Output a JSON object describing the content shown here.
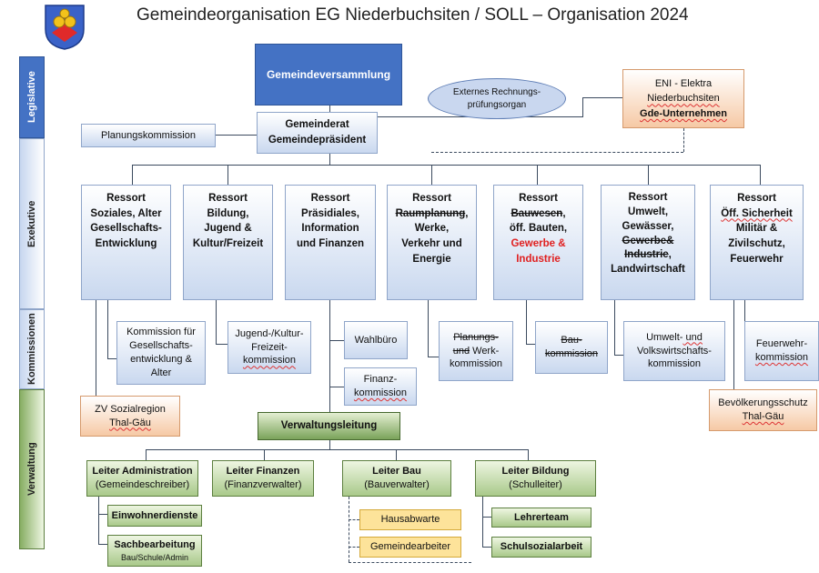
{
  "title": "Gemeindeorganisation EG Niederbuchsiten / SOLL – Organisation 2024",
  "logo": {
    "name": "coat-of-arms"
  },
  "side_labels": [
    "Legislative",
    "Exekutive",
    "Kommissionen",
    "Verwaltung"
  ],
  "legislative": {
    "versammlung": "Gemeindeversammlung",
    "rechnungspruef_1": "Externes Rechnungs-",
    "rechnungspruef_2": "prüfungsorgan",
    "eni_1": "ENI - Elektra",
    "eni_2": "Niederbuchsiten",
    "eni_3": "Gde-Unternehmen",
    "planungskommission": "Planungskommission",
    "gemeinderat_1": "Gemeinderat",
    "gemeinderat_2": "Gemeindepräsident"
  },
  "ressorts": {
    "r1": [
      "Ressort",
      "Soziales, Alter",
      "Gesellschafts-",
      "Entwicklung"
    ],
    "r2": [
      "Ressort",
      "Bildung,",
      "Jugend &",
      "Kultur/Freizeit"
    ],
    "r3": [
      "Ressort",
      "Präsidiales,",
      "Information",
      "und Finanzen"
    ],
    "r4": {
      "l1": "Ressort",
      "l2": "Raumplanung",
      "l2b": ",",
      "l3": "Werke,",
      "l4": "Verkehr und",
      "l5": "Energie"
    },
    "r5": {
      "l1": "Ressort",
      "l2": "Bauwesen",
      "l2b": ",",
      "l3": "öff. Bauten,",
      "l4": "Gewerbe &",
      "l5": "Industrie"
    },
    "r6": {
      "l1": "Ressort",
      "l2": "Umwelt,",
      "l3": "Gewässer,",
      "l4": "Gewerbe&",
      "l5": "Industrie",
      "l5b": ",",
      "l6": "Landwirtschaft"
    },
    "r7": [
      "Ressort",
      "Öff. Sicherheit",
      "Militär &",
      "Zivilschutz,",
      "Feuerwehr"
    ]
  },
  "kommissionen": {
    "k1": [
      "Kommission für",
      "Gesellschafts-",
      "entwicklung &",
      "Alter"
    ],
    "k2": [
      "Jugend-/Kultur-",
      "Freizeit-",
      "kommission"
    ],
    "wahlbuero": "Wahlbüro",
    "finanz": [
      "Finanz-",
      "kommission"
    ],
    "k4": {
      "l1a": "Planungs-",
      "l2a": "und",
      "l2b": " Werk-",
      "l3": "kommission"
    },
    "k5": {
      "l1": "Bau-",
      "l2": "kommission"
    },
    "k6": {
      "l1a": "Umwelt-",
      "l1b": " und",
      "l2": "Volkswirtschafts-",
      "l3": "kommission"
    },
    "k7": [
      "Feuerwehr-",
      "kommission"
    ],
    "zv": [
      "ZV Sozialregion",
      "Thal-Gäu"
    ],
    "bevoelk": [
      "Bevölkerungsschutz",
      "Thal-Gäu"
    ]
  },
  "verwaltung": {
    "leitung": "Verwaltungsleitung",
    "admin": [
      "Leiter Administration",
      "(Gemeindeschreiber)"
    ],
    "finanzen": [
      "Leiter Finanzen",
      "(Finanzverwalter)"
    ],
    "bau": [
      "Leiter Bau",
      "(Bauverwalter)"
    ],
    "bildung": [
      "Leiter Bildung",
      "(Schulleiter)"
    ],
    "einwohner": "Einwohnerdienste",
    "sachbearbeitung": [
      "Sachbearbeitung",
      "Bau/Schule/Admin"
    ],
    "hausabwarte": "Hausabwarte",
    "gemeindearbeiter": "Gemeindearbeiter",
    "lehrerteam": "Lehrerteam",
    "schulsozial": "Schulsozialarbeit"
  },
  "colors": {
    "accent_blue": "#4472c4",
    "green": "#70ad47",
    "orange": "#f4b183",
    "red": "#e02020"
  }
}
